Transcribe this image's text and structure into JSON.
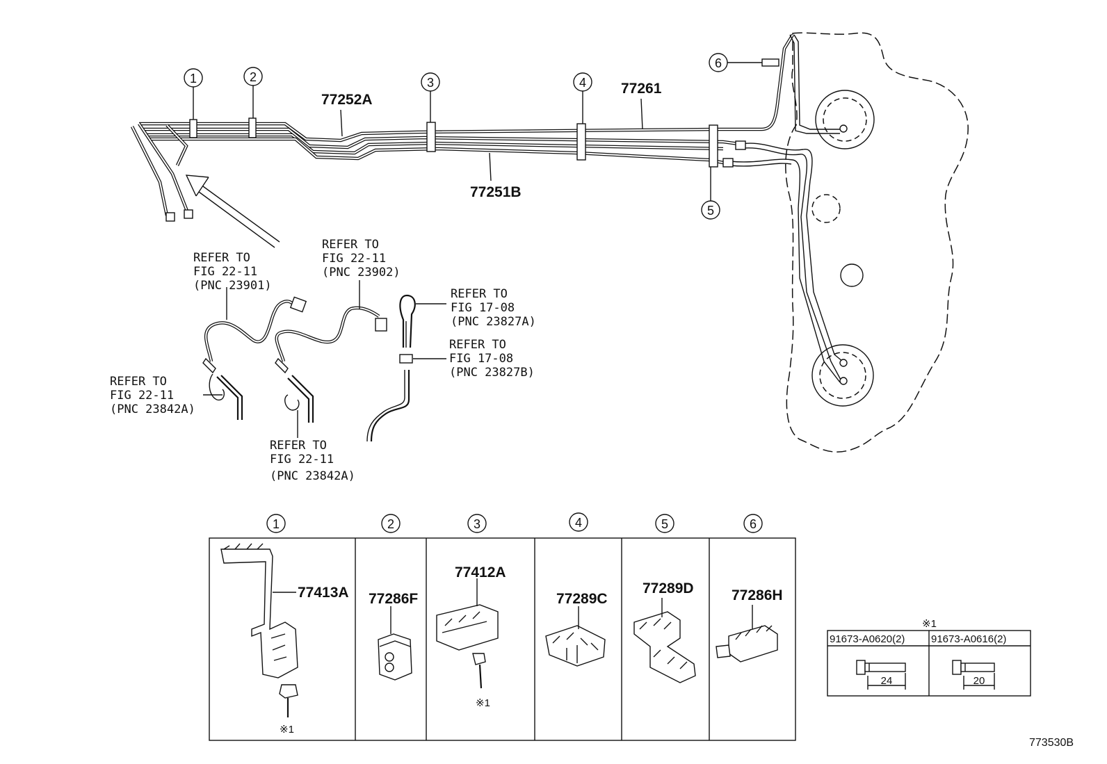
{
  "callouts": [
    "1",
    "2",
    "3",
    "4",
    "5",
    "6"
  ],
  "main_parts": {
    "p77252A": "77252A",
    "p77261": "77261",
    "p77251B": "77251B"
  },
  "refs": {
    "r23901": [
      "REFER TO",
      "FIG 22-11",
      "(PNC 23901)"
    ],
    "r23902": [
      "REFER TO",
      "FIG 22-11",
      "(PNC 23902)"
    ],
    "r23827A": [
      "REFER TO",
      "FIG 17-08",
      "(PNC 23827A)"
    ],
    "r23827B": [
      "REFER TO",
      "FIG 17-08",
      "(PNC 23827B)"
    ],
    "r23842A_left": [
      "REFER TO",
      "FIG 22-11",
      "(PNC 23842A)"
    ],
    "r23842A_bottom": [
      "REFER TO",
      "FIG 22-11",
      "(PNC 23842A)"
    ]
  },
  "clamp_table": {
    "cells": [
      {
        "no": "1",
        "part": "77413A",
        "note": "※1"
      },
      {
        "no": "2",
        "part": "77286F"
      },
      {
        "no": "3",
        "part": "77412A",
        "note": "※1"
      },
      {
        "no": "4",
        "part": "77289C"
      },
      {
        "no": "5",
        "part": "77289D"
      },
      {
        "no": "6",
        "part": "77286H"
      }
    ]
  },
  "bolt_table": {
    "mark": "※1",
    "bolts": [
      {
        "part": "91673-A0620(2)",
        "length": "24"
      },
      {
        "part": "91673-A0616(2)",
        "length": "20"
      }
    ]
  },
  "figure_id": "773530B"
}
